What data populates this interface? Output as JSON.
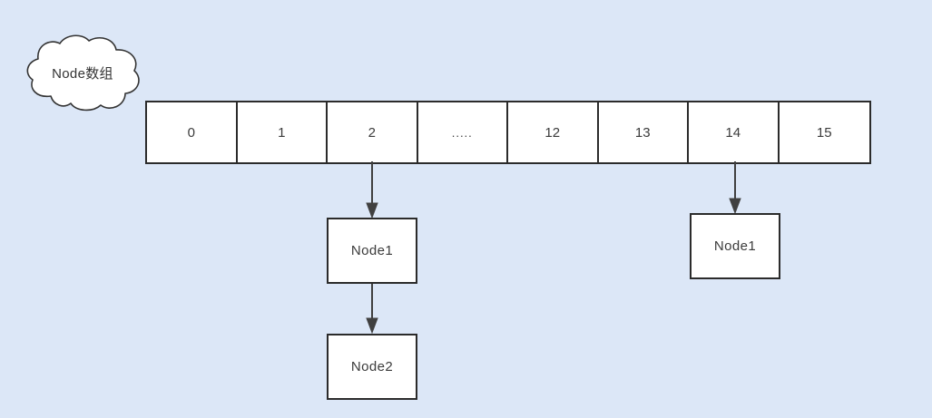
{
  "diagram": {
    "background_color": "#dce7f7",
    "stroke_color": "#2b2b2b",
    "fill_color": "#ffffff",
    "text_color": "#3b3b3b",
    "cloud": {
      "label": "Node数组"
    },
    "array": {
      "name": "node-array",
      "cells": [
        {
          "label": "0"
        },
        {
          "label": "1"
        },
        {
          "label": "2"
        },
        {
          "label": "....."
        },
        {
          "label": "12"
        },
        {
          "label": "13"
        },
        {
          "label": "14"
        },
        {
          "label": "15"
        }
      ]
    },
    "nodes": [
      {
        "id": "node-box-a",
        "label": "Node1"
      },
      {
        "id": "node-box-b",
        "label": "Node2"
      },
      {
        "id": "node-box-c",
        "label": "Node1"
      }
    ],
    "connectors": [
      {
        "id": "connector-1",
        "from": "array-cell-2",
        "to": "node-box-a"
      },
      {
        "id": "connector-2",
        "from": "node-box-a",
        "to": "node-box-b"
      },
      {
        "id": "connector-3",
        "from": "array-cell-14",
        "to": "node-box-c"
      }
    ]
  }
}
